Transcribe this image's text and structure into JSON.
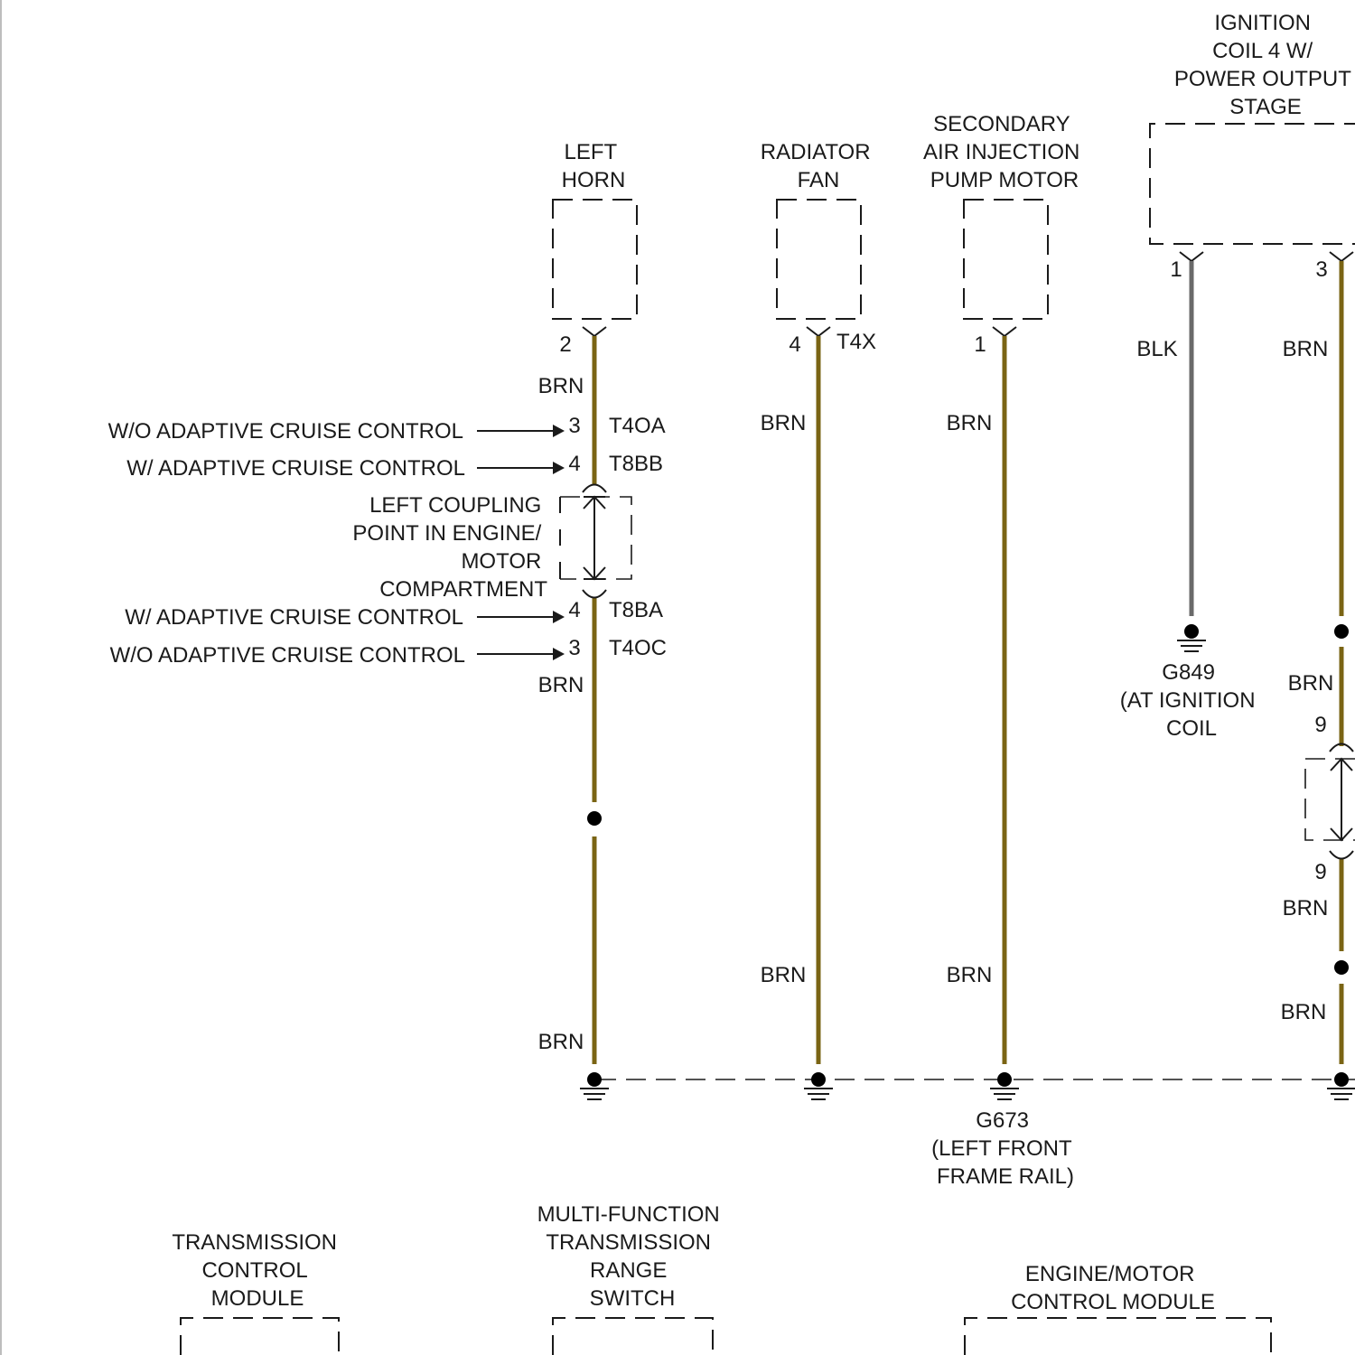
{
  "colors": {
    "brn": "#7a6414",
    "blk": "#6a6a6a",
    "ink": "#1a1a1a"
  },
  "components": {
    "left_horn": [
      "LEFT",
      "HORN"
    ],
    "radiator_fan": [
      "RADIATOR",
      "FAN"
    ],
    "secondary_air": [
      "SECONDARY",
      "AIR INJECTION",
      "PUMP MOTOR"
    ],
    "ignition_coil": [
      "IGNITION",
      "COIL 4 W/",
      "POWER OUTPUT",
      "STAGE"
    ],
    "tcm": [
      "TRANSMISSION",
      "CONTROL",
      "MODULE"
    ],
    "mf_switch": [
      "MULTI-FUNCTION",
      "TRANSMISSION",
      "RANGE",
      "SWITCH"
    ],
    "ecm": [
      "ENGINE/MOTOR",
      "CONTROL MODULE"
    ]
  },
  "pins": {
    "horn": "2",
    "fan": "4",
    "air": "1",
    "coil_blk": "1",
    "coil_brn": "3",
    "t4oa": "3",
    "t8bb": "4",
    "t8ba": "4",
    "t4oc": "3",
    "coupling_top": "9",
    "coupling_bottom": "9"
  },
  "connectors": {
    "t4x": "T4X",
    "t4oa": "T4OA",
    "t8bb": "T8BB",
    "t8ba": "T8BA",
    "t4oc": "T4OC"
  },
  "options": {
    "wo_acc": "W/O ADAPTIVE CRUISE CONTROL",
    "w_acc": "W/ ADAPTIVE CRUISE CONTROL"
  },
  "coupling": [
    "LEFT COUPLING",
    "POINT IN ENGINE/",
    "MOTOR",
    "COMPARTMENT"
  ],
  "wire_colors": {
    "brn": "BRN",
    "blk": "BLK"
  },
  "grounds": {
    "g849": [
      "G849",
      "(AT IGNITION",
      "COIL"
    ],
    "g673": [
      "G673",
      "(LEFT FRONT",
      "FRAME RAIL)"
    ]
  }
}
